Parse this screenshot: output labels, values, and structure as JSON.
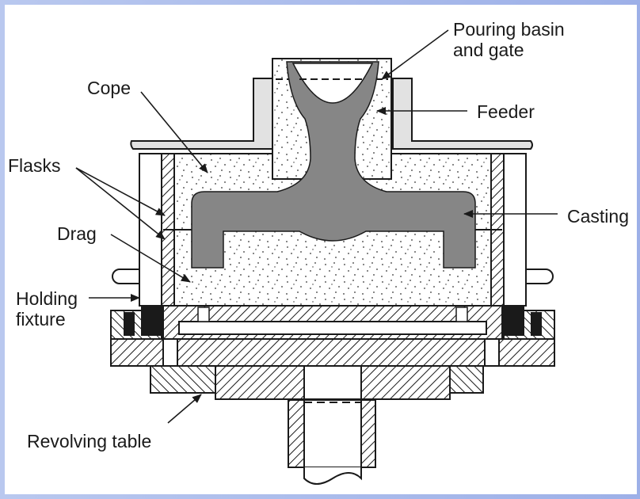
{
  "labels": {
    "pouring_basin_line1": "Pouring basin",
    "pouring_basin_line2": "and gate",
    "feeder": "Feeder",
    "cope": "Cope",
    "flasks": "Flasks",
    "drag": "Drag",
    "casting": "Casting",
    "holding_line1": "Holding",
    "holding_line2": "fixture",
    "revolving_table": "Revolving table"
  },
  "colors": {
    "frame_background": "#a9bbec",
    "panel": "#ffffff",
    "casting_metal": "#868686",
    "ink": "#1a1a1a",
    "flask_lid": "#e2e2e2"
  }
}
